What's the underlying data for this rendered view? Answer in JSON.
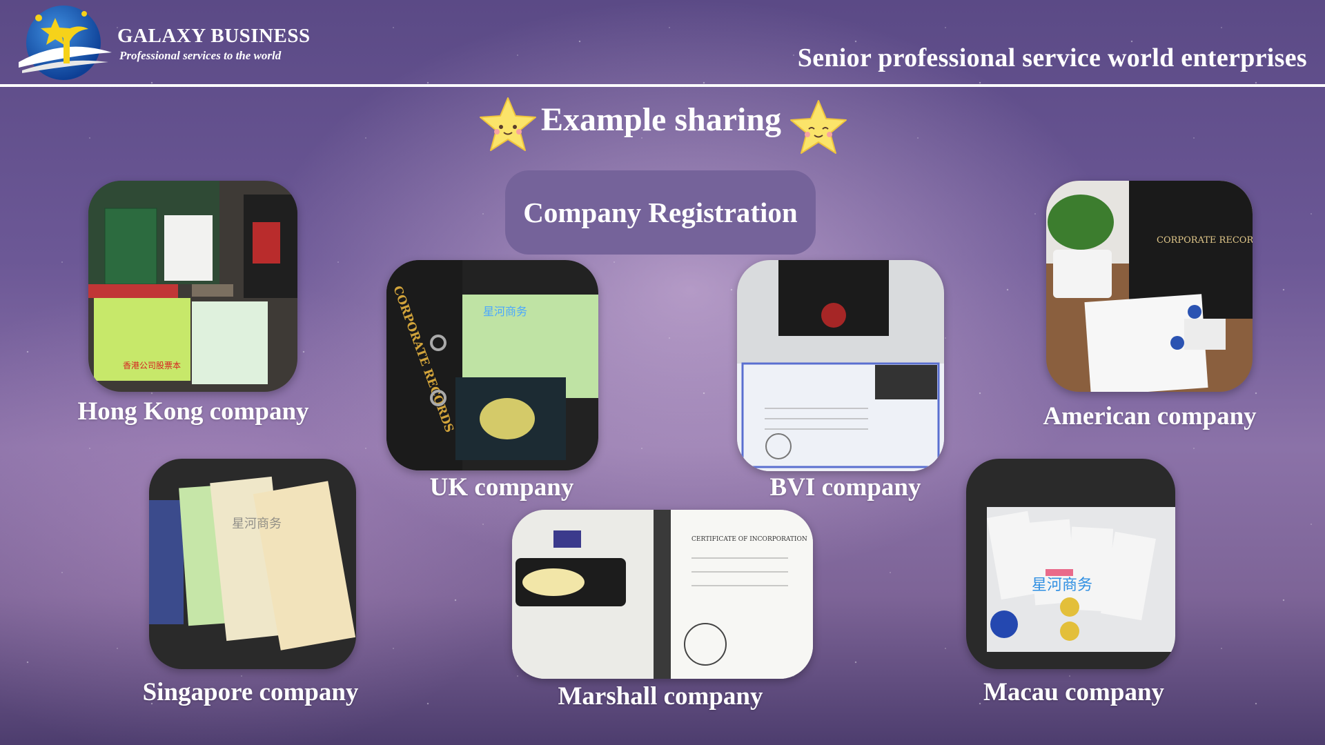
{
  "header": {
    "brand_name": "GALAXY BUSINESS",
    "brand_tagline": "Professional services to the world",
    "slogan": "Senior professional service world enterprises"
  },
  "section": {
    "title": "Example sharing",
    "category": "Company Registration"
  },
  "companies": [
    {
      "caption": "Hong Kong company",
      "photo_text": [
        "香港公司股票本"
      ]
    },
    {
      "caption": "UK company",
      "photo_text": [
        "CORPORATE RECORDS",
        "星河商务"
      ]
    },
    {
      "caption": "BVI company",
      "photo_text": []
    },
    {
      "caption": "American company",
      "photo_text": [
        "CORPORATE RECORDS"
      ]
    },
    {
      "caption": "Singapore company",
      "photo_text": [
        "星河商务"
      ]
    },
    {
      "caption": "Marshall company",
      "photo_text": [
        "CERTIFICATE OF INCORPORATION"
      ]
    },
    {
      "caption": "Macau company",
      "photo_text": [
        "星河商务"
      ]
    }
  ],
  "colors": {
    "pill_background": "#75639a",
    "divider": "#ffffff",
    "text": "#ffffff"
  },
  "icons": [
    "galaxy-logo-icon",
    "smiling-star-icon"
  ]
}
